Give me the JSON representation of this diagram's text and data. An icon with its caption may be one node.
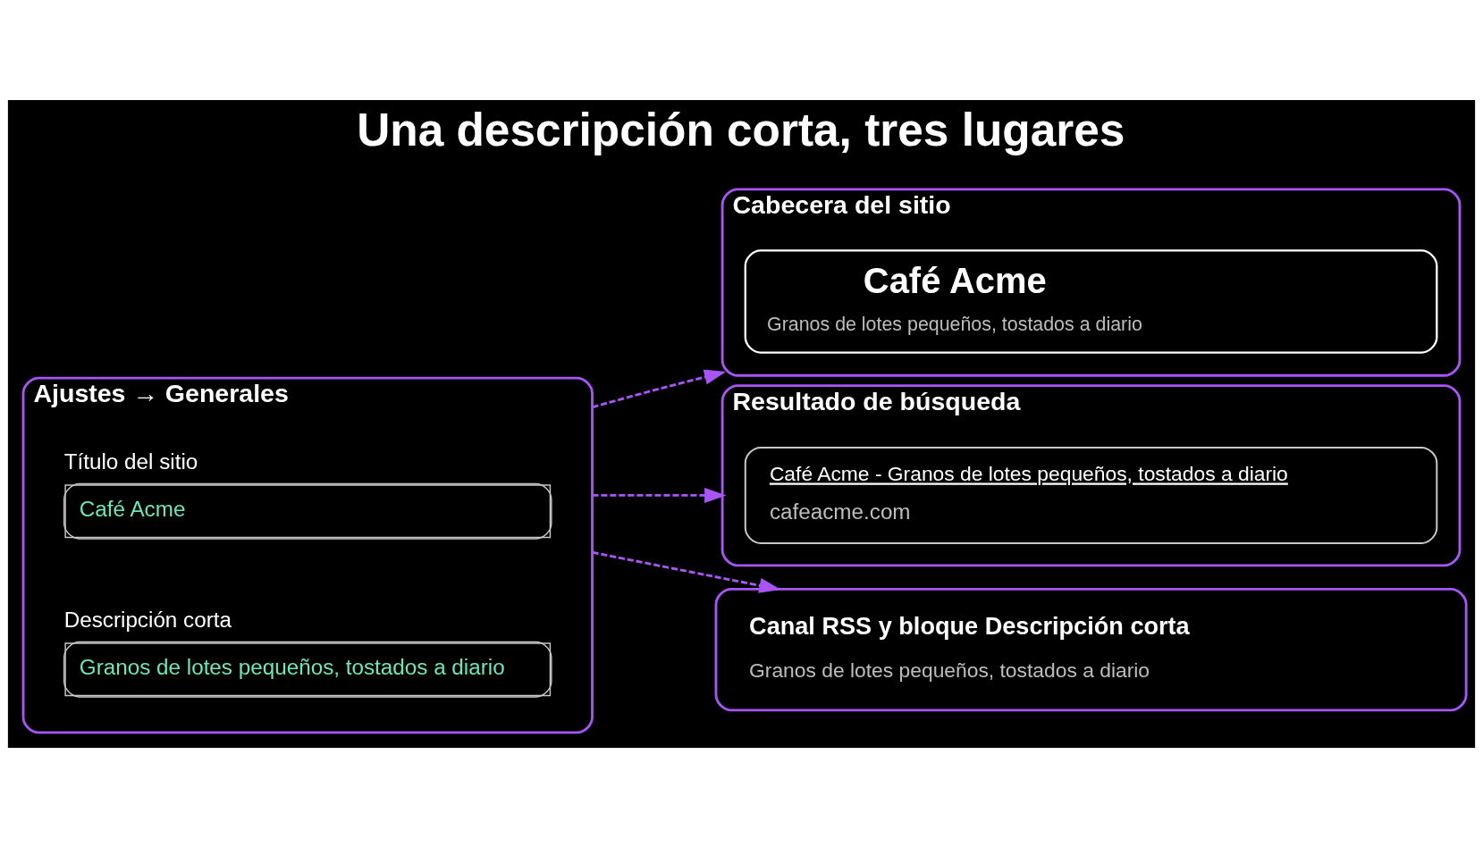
{
  "diagram": {
    "title": "Una descripción corta, tres lugares",
    "nodes": [
      {
        "text": [
          "Ajustes → Generales"
        ]
      },
      {
        "text": [
          "Título del sitio",
          "Café Acme"
        ],
        "in": 0
      },
      {
        "text": [
          "Descripción corta",
          "Granos de lotes pequeños, tostados a diario"
        ],
        "in": 0
      },
      {
        "text": [
          "Cabecera del sitio"
        ]
      },
      {
        "text": [
          "Café Acme",
          "Granos de lotes pequeños, tostados a diario"
        ],
        "in": 3
      },
      {
        "text": [
          "Resultado de búsqueda"
        ]
      },
      {
        "text": [
          "Café Acme - Granos de lotes pequeños, tostados a diario",
          "cafeacme.com"
        ],
        "in": 5
      },
      {
        "text": [
          "Canal RSS y bloque Descripción corta",
          "Granos de lotes pequeños, tostados a diario"
        ]
      }
    ],
    "edges": [
      {
        "from": 0,
        "to": 3,
        "arrow": "to",
        "style": "dashed"
      },
      {
        "from": 0,
        "to": 5,
        "arrow": "to",
        "style": "dashed"
      },
      {
        "from": 0,
        "to": 7,
        "arrow": "to",
        "style": "dashed"
      }
    ]
  }
}
